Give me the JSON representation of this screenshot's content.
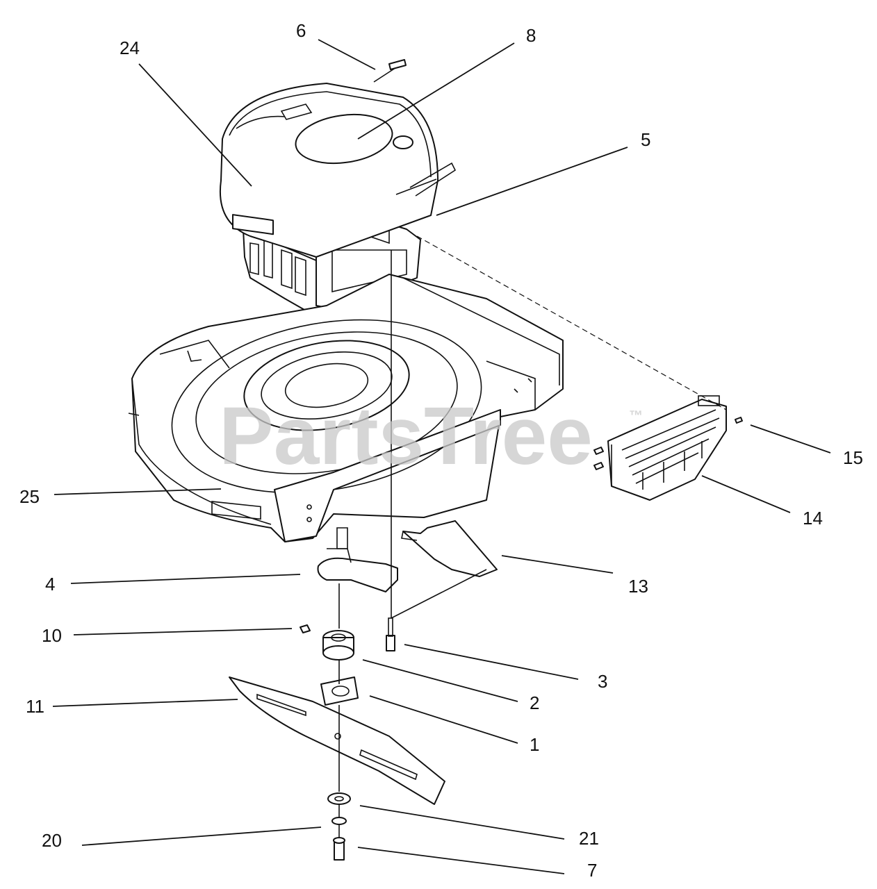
{
  "watermark": {
    "text": "PartsTree",
    "mark": "™"
  },
  "callouts": [
    "6",
    "8",
    "24",
    "5",
    "15",
    "14",
    "25",
    "13",
    "4",
    "10",
    "3",
    "2",
    "11",
    "1",
    "21",
    "20",
    "7"
  ]
}
